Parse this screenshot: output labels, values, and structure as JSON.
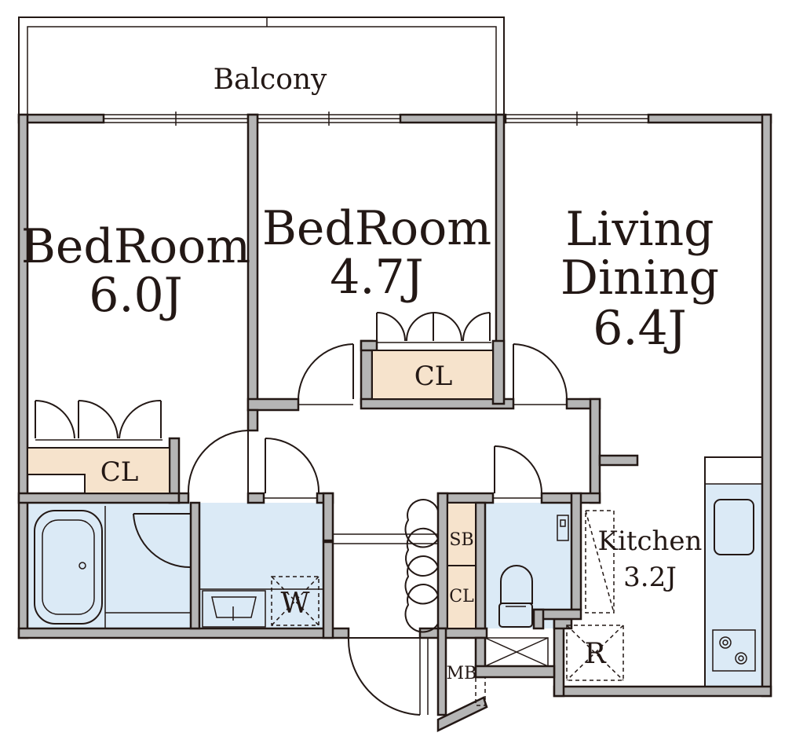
{
  "rooms": {
    "balcony": "Balcony",
    "bedroom1_name": "BedRoom",
    "bedroom1_size": "6.0J",
    "bedroom2_name": "BedRoom",
    "bedroom2_size": "4.7J",
    "living_line1": "Living",
    "living_line2": "Dining",
    "living_size": "6.4J",
    "kitchen_name": "Kitchen",
    "kitchen_size": "3.2J"
  },
  "fixtures": {
    "closet1": "CL",
    "closet2": "CL",
    "closet3": "CL",
    "shoe_box": "SB",
    "washer": "W",
    "refrigerator": "R",
    "meter_box": "MB"
  },
  "colors": {
    "wall": "#b5b5b5",
    "wet_area": "#dbeaf6",
    "closet": "#f6e3cc",
    "line": "#231815"
  }
}
